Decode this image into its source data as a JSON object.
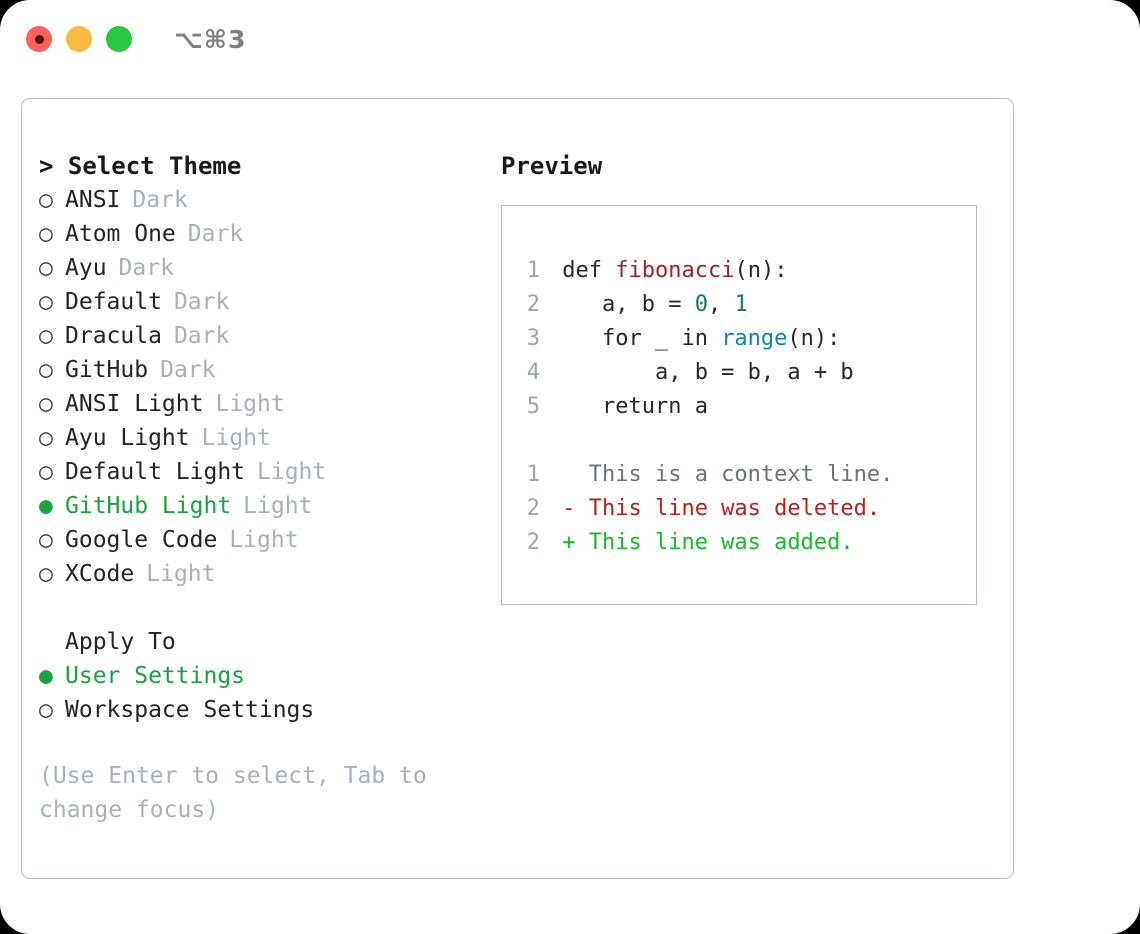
{
  "titlebar": {
    "shortcut": "⌥⌘3",
    "lights": [
      {
        "name": "close",
        "color": "#fc625d"
      },
      {
        "name": "minimize",
        "color": "#fdbc40"
      },
      {
        "name": "zoom",
        "color": "#26c940"
      }
    ]
  },
  "theme_section": {
    "title": "> Select Theme",
    "options": [
      {
        "bullet": "○",
        "label": "ANSI",
        "kind": "Dark",
        "selected": false
      },
      {
        "bullet": "○",
        "label": "Atom One",
        "kind": "Dark",
        "selected": false
      },
      {
        "bullet": "○",
        "label": "Ayu",
        "kind": "Dark",
        "selected": false
      },
      {
        "bullet": "○",
        "label": "Default",
        "kind": "Dark",
        "selected": false
      },
      {
        "bullet": "○",
        "label": "Dracula",
        "kind": "Dark",
        "selected": false
      },
      {
        "bullet": "○",
        "label": "GitHub",
        "kind": "Dark",
        "selected": false
      },
      {
        "bullet": "○",
        "label": "ANSI Light",
        "kind": "Light",
        "selected": false
      },
      {
        "bullet": "○",
        "label": "Ayu Light",
        "kind": "Light",
        "selected": false
      },
      {
        "bullet": "○",
        "label": "Default Light",
        "kind": "Light",
        "selected": false
      },
      {
        "bullet": "●",
        "label": "GitHub Light",
        "kind": "Light",
        "selected": true
      },
      {
        "bullet": "○",
        "label": "Google Code",
        "kind": "Light",
        "selected": false
      },
      {
        "bullet": "○",
        "label": "XCode",
        "kind": "Light",
        "selected": false
      }
    ]
  },
  "apply_to_section": {
    "title": "Apply To",
    "options": [
      {
        "bullet": "●",
        "label": "User Settings",
        "selected": true
      },
      {
        "bullet": "○",
        "label": "Workspace Settings",
        "selected": false
      }
    ]
  },
  "hint": "(Use Enter to select, Tab to change focus)",
  "preview": {
    "title": "Preview",
    "code_lines": [
      {
        "num": "1",
        "tokens": [
          {
            "t": " def ",
            "c": "plain"
          },
          {
            "t": "fibonacci",
            "c": "func"
          },
          {
            "t": "(n):",
            "c": "plain"
          }
        ]
      },
      {
        "num": "2",
        "tokens": [
          {
            "t": "    a, b = ",
            "c": "plain"
          },
          {
            "t": "0",
            "c": "num"
          },
          {
            "t": ", ",
            "c": "plain"
          },
          {
            "t": "1",
            "c": "num"
          }
        ]
      },
      {
        "num": "3",
        "tokens": [
          {
            "t": "    for _ in ",
            "c": "plain"
          },
          {
            "t": "range",
            "c": "builtin"
          },
          {
            "t": "(n):",
            "c": "plain"
          }
        ]
      },
      {
        "num": "4",
        "tokens": [
          {
            "t": "        a, b = b, a + b",
            "c": "plain"
          }
        ]
      },
      {
        "num": "5",
        "tokens": [
          {
            "t": "    return a",
            "c": "plain"
          }
        ]
      }
    ],
    "diff_lines": [
      {
        "num": "1",
        "tokens": [
          {
            "t": "   This is a context line.",
            "c": "context"
          }
        ]
      },
      {
        "num": "2",
        "tokens": [
          {
            "t": " - This line was deleted.",
            "c": "del"
          }
        ]
      },
      {
        "num": "2",
        "tokens": [
          {
            "t": " + This line was added.",
            "c": "add"
          }
        ]
      }
    ]
  },
  "colors": {
    "selected_green": "#18a33c",
    "muted_gray": "#a8b0bd",
    "border": "#b4bdcb",
    "gutter": "#9aa5b1",
    "func_red": "#a0222a",
    "num_teal": "#0e7c73",
    "builtin_blue": "#0b84b5",
    "diff_del": "#b5221c",
    "diff_add": "#17bc26",
    "diff_context": "#6a737d"
  }
}
